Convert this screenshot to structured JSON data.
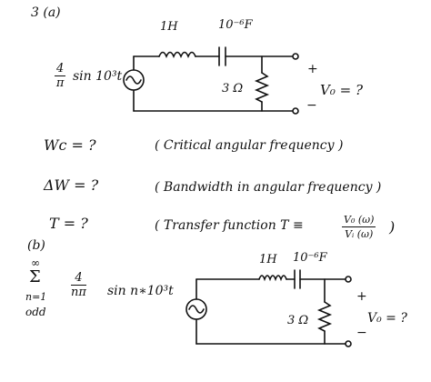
{
  "part_a": {
    "label": "3 (a)",
    "inductor": "1H",
    "capacitor": "10⁻⁶F",
    "source_coef_num": "4",
    "source_coef_den": "π",
    "source_func": "sin 10³t",
    "resistor": "3 Ω",
    "out_plus": "+",
    "out_minus": "−",
    "vo": "V₀ = ?",
    "questions": [
      {
        "q": "Wc = ?",
        "desc": "( Critical angular frequency )"
      },
      {
        "q": "ΔW = ?",
        "desc": "( Bandwidth in angular frequency )"
      },
      {
        "q": "T = ?",
        "desc": "( Transfer function T ≡"
      }
    ],
    "tf_num": "V₀ (ω)",
    "tf_den": "Vᵢ (ω)",
    "tf_close": ")"
  },
  "part_b": {
    "label": "(b)",
    "sigma": "Σ",
    "sum_upper": "∞",
    "sum_lower": "n=1",
    "sum_cond": "odd",
    "coef_num": "4",
    "coef_den": "nπ",
    "func": "sin n∗10³t",
    "inductor": "1H",
    "capacitor": "10⁻⁶F",
    "resistor": "3 Ω",
    "out_plus": "+",
    "out_minus": "−",
    "vo": "V₀ = ?"
  }
}
